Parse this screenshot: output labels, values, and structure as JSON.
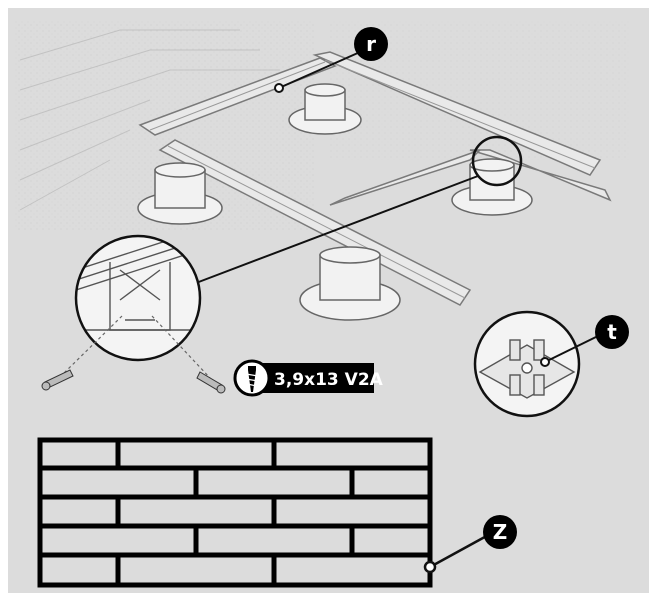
{
  "callouts": {
    "r": "r",
    "t": "t",
    "z": "Z"
  },
  "screw": {
    "spec": "3,9x13 V2A",
    "icon": "screw-icon"
  },
  "colors": {
    "background": "#dcdcdc",
    "border": "#ffffff",
    "ink": "#111111",
    "badge": "#000000"
  }
}
